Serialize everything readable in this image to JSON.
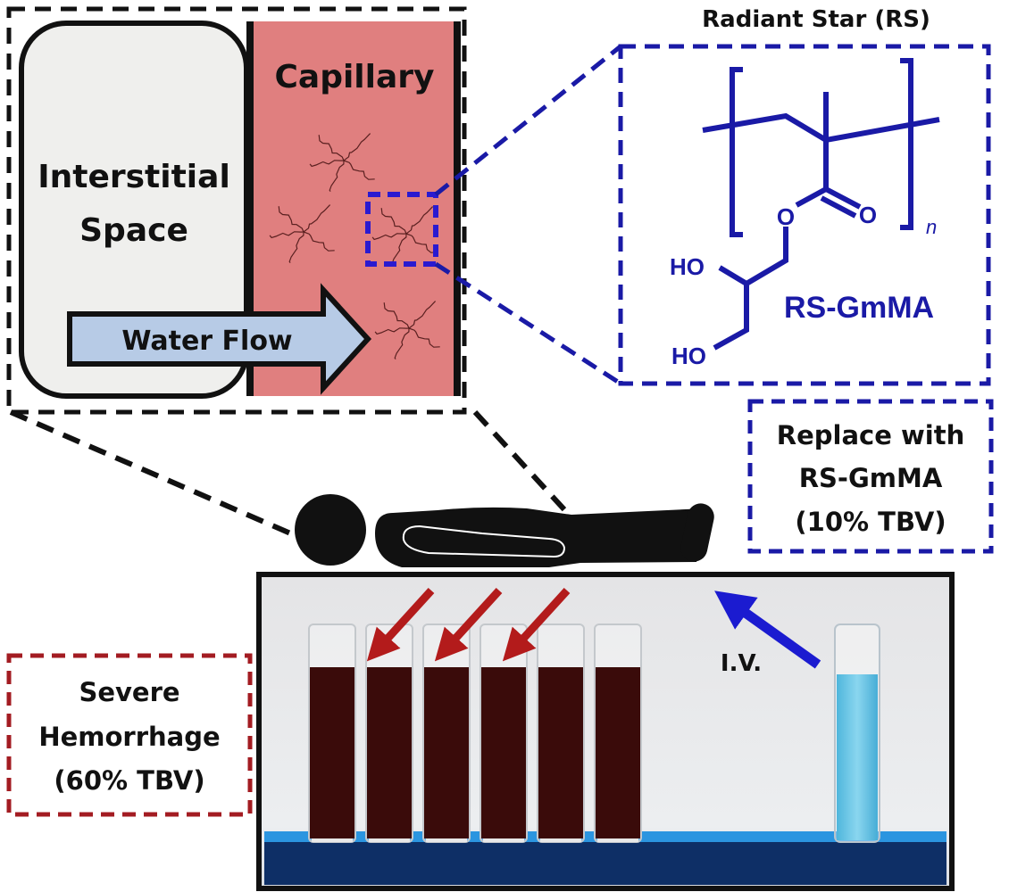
{
  "colors": {
    "capillary_fill": "#e07f7f",
    "interstitial_fill": "#efefed",
    "water_arrow_fill": "#b7cbe6",
    "polymer_blue": "#1a1aa6",
    "hemorrhage_red": "#a31c22",
    "blood_tube": "#3a0b0a",
    "rs_solution": "#5fc3e4",
    "rack_blue": "#1f86d6",
    "rack_dark": "#0e2f66"
  },
  "inset": {
    "interstitial_label_line1": "Interstitial",
    "interstitial_label_line2": "Space",
    "capillary_label": "Capillary",
    "water_flow_label": "Water Flow"
  },
  "structure": {
    "title": "Radiant Star (RS)",
    "compound_name": "RS-GmMA",
    "subscript": "n",
    "atom_O_ester": "O",
    "atom_O_carbonyl": "O",
    "atom_HO_1": "HO",
    "atom_HO_2": "HO"
  },
  "replace_box": {
    "line1": "Replace with",
    "line2": "RS-GmMA",
    "line3": "(10% TBV)"
  },
  "hemorrhage_box": {
    "line1": "Severe",
    "line2": "Hemorrhage",
    "line3": "(60% TBV)"
  },
  "photo": {
    "iv_label": "I.V.",
    "blood_tube_count": 6,
    "arrowed_tubes": 3,
    "rs_tube_count": 1
  }
}
